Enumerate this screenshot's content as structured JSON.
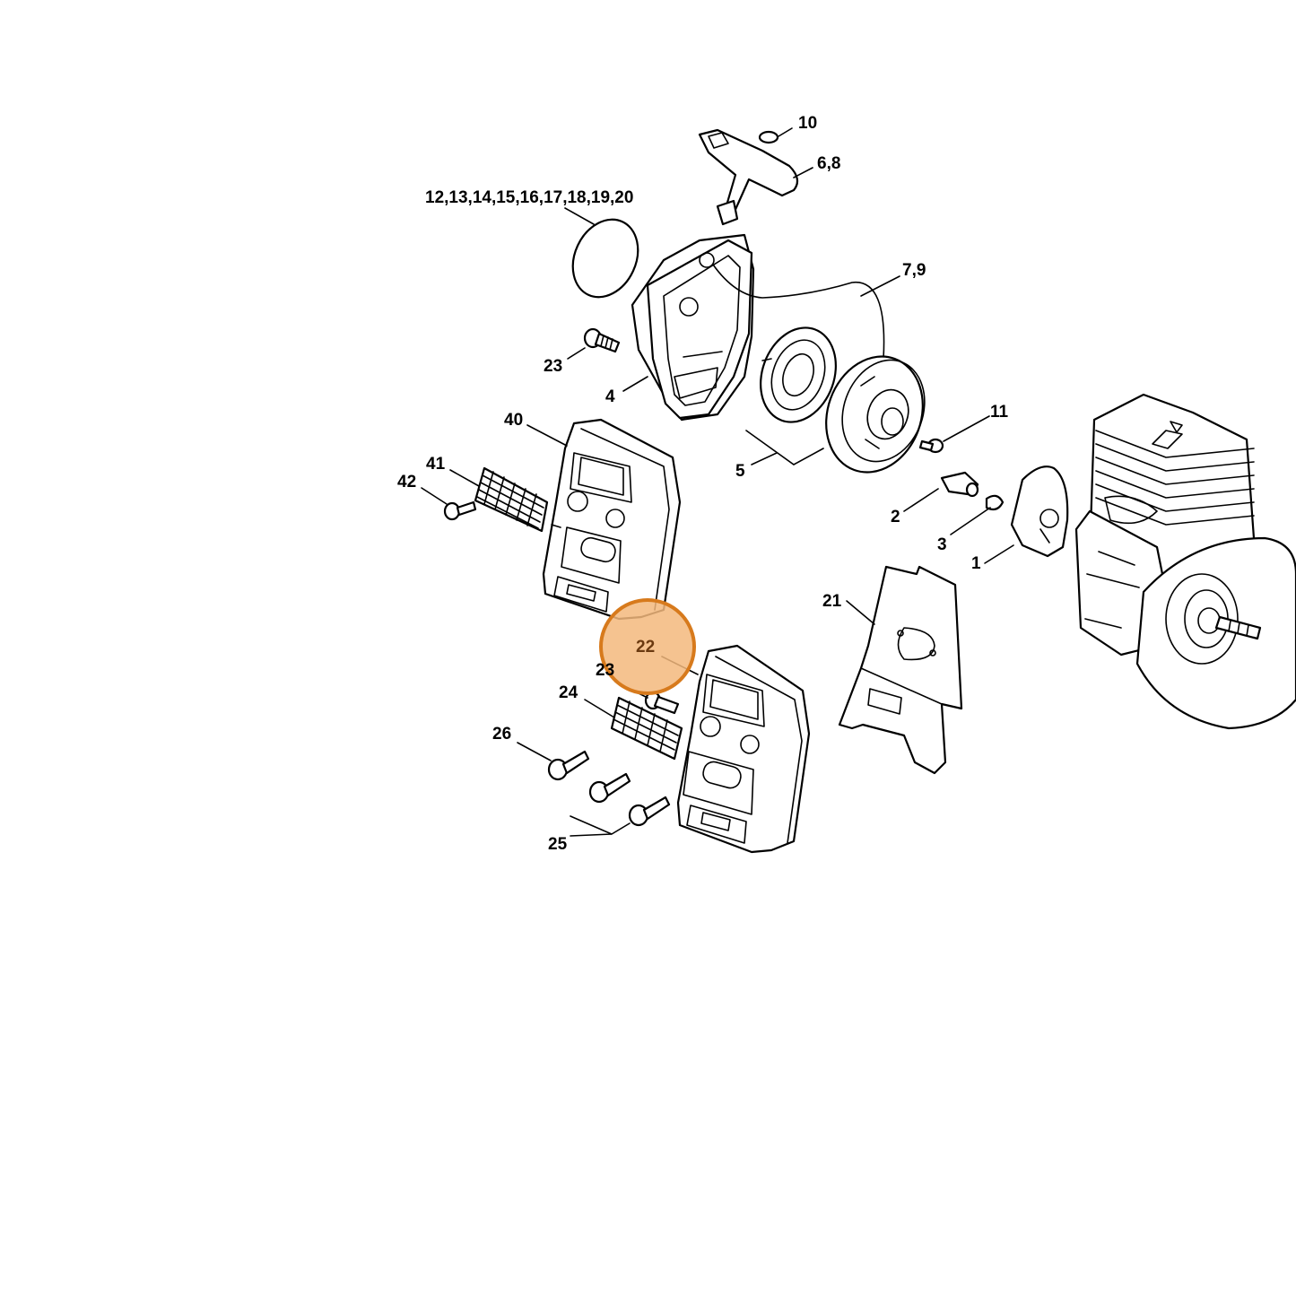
{
  "colors": {
    "line": "#000000",
    "background": "#ffffff",
    "highlight_fill": "#f3b87c",
    "highlight_stroke": "#d77a1c"
  },
  "highlight": {
    "part": "22"
  },
  "labels": {
    "l10": "10",
    "l68": "6,8",
    "l12_20": "12,13,14,15,16,17,18,19,20",
    "l79": "7,9",
    "l23_top": "23",
    "l4": "4",
    "l40": "40",
    "l11": "11",
    "l41": "41",
    "l42": "42",
    "l5": "5",
    "l2": "2",
    "l3": "3",
    "l1": "1",
    "l21": "21",
    "l22": "22",
    "l23_bottom": "23",
    "l24": "24",
    "l26": "26",
    "l25": "25"
  }
}
